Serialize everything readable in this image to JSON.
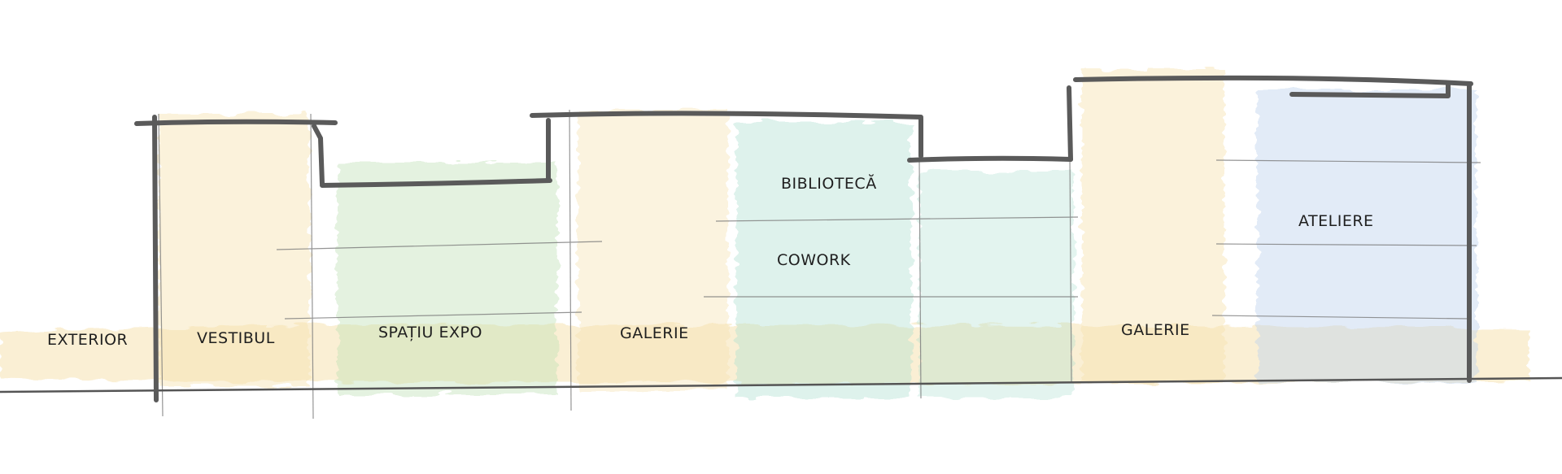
{
  "diagram": {
    "labels": {
      "exterior": "EXTERIOR",
      "vestibul": "VESTIBUL",
      "spatiu_expo": "SPAȚIU EXPO",
      "galerie_1": "GALERIE",
      "biblioteca": "BIBLIOTECĂ",
      "cowork": "COWORK",
      "galerie_2": "GALERIE",
      "ateliere": "ATELIERE"
    },
    "colors": {
      "beige": "#f6e2b0",
      "green": "#b9dcad",
      "teal": "#a9dccd",
      "blue": "#bfd3ee",
      "wall": "#5a5a5a",
      "thin": "#7a7a7a"
    }
  }
}
